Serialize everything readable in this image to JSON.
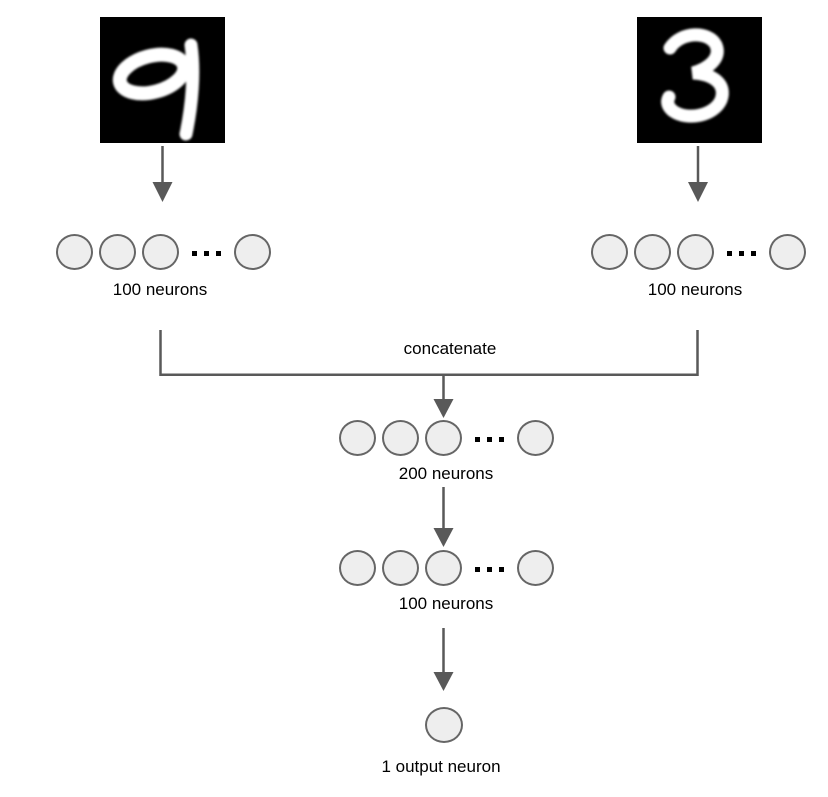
{
  "colors": {
    "node_fill": "#eeeeee",
    "node_border": "#666666",
    "connector": "#595959",
    "text": "#000000",
    "image_bg": "#000000",
    "digit": "#ffffff"
  },
  "neuron_row_pattern": {
    "circles_before": 3,
    "ellipsis": true,
    "circles_after": 1
  },
  "inputs": {
    "left_digit": "9",
    "right_digit": "3"
  },
  "labels": {
    "left_hidden": "100 neurons",
    "right_hidden": "100 neurons",
    "concatenate": "concatenate",
    "merged": "200 neurons",
    "hidden2": "100 neurons",
    "output": "1 output neuron"
  }
}
